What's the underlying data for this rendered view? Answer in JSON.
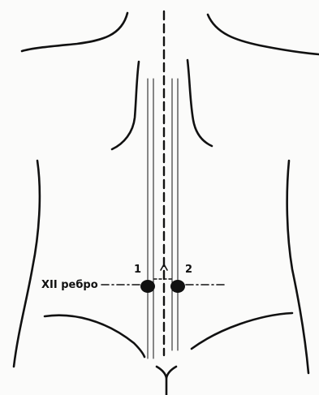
{
  "labels": {
    "rib": "XII ребро",
    "point_left": "1",
    "point_right": "2"
  },
  "colors": {
    "ink": "#111111",
    "paper": "#fbfbfa"
  }
}
